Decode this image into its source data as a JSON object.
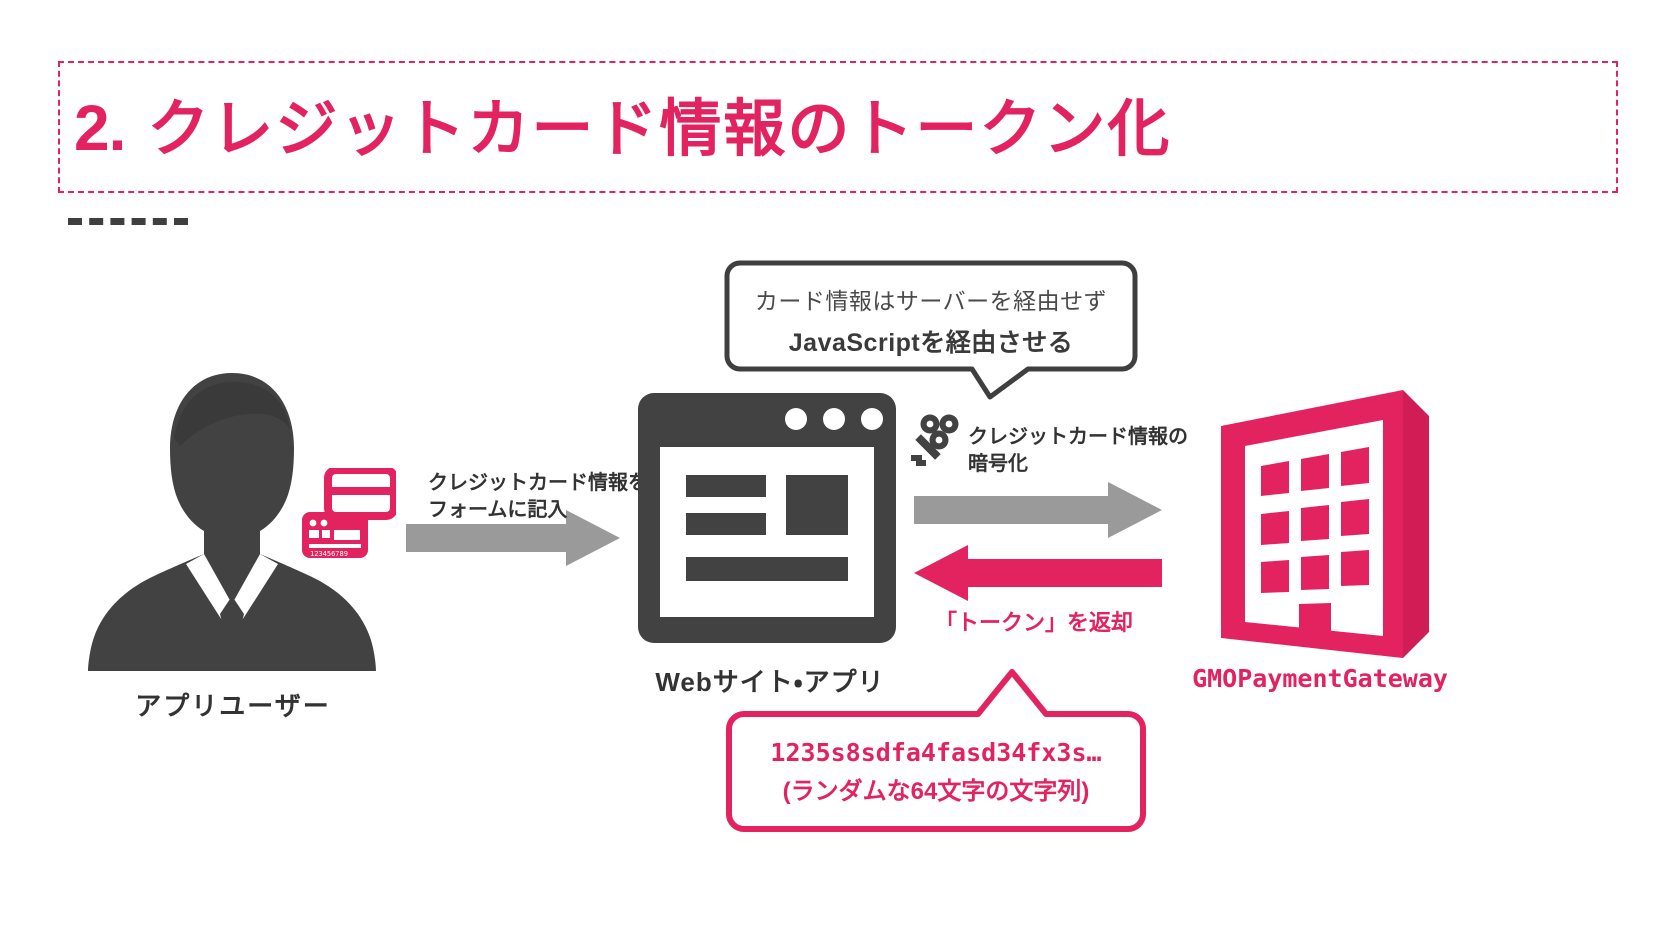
{
  "slide": {
    "background_color": "#ffffff",
    "accent_color": "#e32360",
    "dark_color": "#404040",
    "title": {
      "number": "2.",
      "text": "クレジットカード情報のトークン化"
    }
  },
  "diagram": {
    "actors": [
      {
        "id": "user",
        "label": "アプリユーザー",
        "icon": "person-icon"
      },
      {
        "id": "site",
        "label": "Webサイト・アプリ",
        "icon": "browser-window-icon"
      },
      {
        "id": "gateway",
        "label": "GMOPaymentGateway",
        "icon": "building-icon"
      }
    ],
    "captions": {
      "form_entry": "クレジットカード情報を\nフォームに記入",
      "form_entry_line1": "クレジットカード情報を",
      "form_entry_line2": "フォームに記入",
      "encrypt_line1": "クレジットカード情報の",
      "encrypt_line2": "暗号化",
      "token_return": "「トークン」を返却"
    },
    "arrows": [
      {
        "id": "user-to-site",
        "direction": "right",
        "color": "#999999"
      },
      {
        "id": "site-to-gateway",
        "direction": "right",
        "color": "#999999"
      },
      {
        "id": "gateway-to-site",
        "direction": "left",
        "color": "#e32360"
      }
    ],
    "icons": {
      "credit_card": "credit-card-icon",
      "key": "key-icon"
    },
    "callout_top": {
      "line1": "カード情報はサーバーを経由せず",
      "line2": "JavaScriptを経由させる",
      "border_color": "#3f3f3f"
    },
    "callout_bottom": {
      "line1": "1235s8sdfa4fasd34fx3s…",
      "line2": "(ランダムな64文字の文字列)",
      "border_color": "#e32360"
    }
  }
}
